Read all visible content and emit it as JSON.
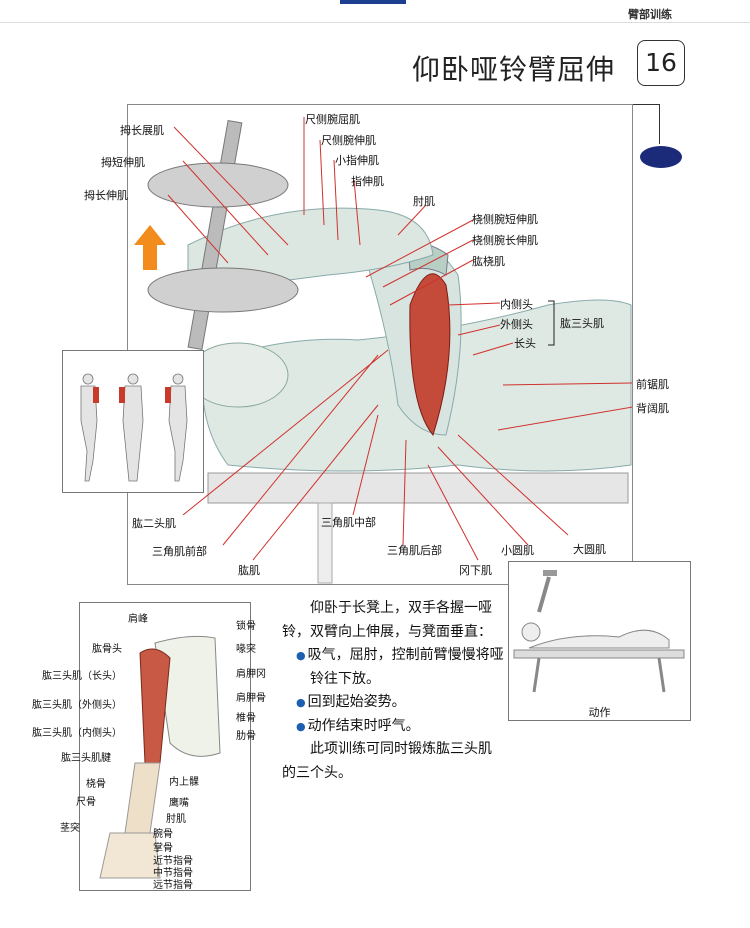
{
  "header": {
    "section": "臂部训练",
    "title": "仰卧哑铃臂屈伸",
    "number": "16"
  },
  "main_figure": {
    "labels": {
      "chizhecha_qujin": "尺侧腕屈肌",
      "chice_wanshen": "尺侧腕伸肌",
      "xiaozhi_shenji": "小指伸肌",
      "zhi_shenji": "指伸肌",
      "zhouji": "肘肌",
      "naoce_duan": "桡侧腕短伸肌",
      "naoce_chang": "桡侧腕长伸肌",
      "gongnao": "肱桡肌",
      "neice_tou": "内侧头",
      "waice_tou": "外侧头",
      "chang_tou": "长头",
      "gong_santou": "肱三头肌",
      "qianju": "前锯肌",
      "beikuo": "背阔肌",
      "muchang_zhan": "拇长展肌",
      "muduan_shen": "拇短伸肌",
      "muchang_shen": "拇长伸肌",
      "gong_ertou": "肱二头肌",
      "sanjiao_qian": "三角肌前部",
      "gongji": "肱肌",
      "sanjiao_zhong": "三角肌中部",
      "sanjiao_hou": "三角肌后部",
      "xiaoyuan": "小圆肌",
      "gangxia": "冈下肌",
      "dayuan": "大圆肌"
    }
  },
  "action_inset": {
    "caption": "动作"
  },
  "skeleton": {
    "labels": {
      "jianfeng": "肩峰",
      "suogu": "锁骨",
      "gonggu_tou": "肱骨头",
      "huitu": "喙突",
      "jianjia_gang": "肩胛冈",
      "santou_chang": "肱三头肌（长头）",
      "jianjia_gu": "肩胛骨",
      "santou_wai": "肱三头肌（外侧头）",
      "zhuigu": "椎骨",
      "santou_nei": "肱三头肌（内侧头）",
      "leigu": "肋骨",
      "santou_jian": "肱三头肌腱",
      "neishang_ke": "内上髁",
      "naogu": "桡骨",
      "yingzui": "鹰嘴",
      "chigu": "尺骨",
      "zhouji": "肘肌",
      "jingtu": "茎突",
      "wangu": "腕骨",
      "zhanggu": "掌骨",
      "jinjie": "近节指骨",
      "zhongjie": "中节指骨",
      "yuanjie": "远节指骨"
    }
  },
  "body": {
    "para1": "仰卧于长凳上，双手各握一哑铃，双臂向上伸展，与凳面垂直：",
    "bullets": [
      "吸气，屈肘，控制前臂慢慢将哑铃往下放。",
      "回到起始姿势。",
      "动作结束时呼气。"
    ],
    "para2": "此项训练可同时锻炼肱三头肌的三个头。"
  },
  "colors": {
    "accent_blue": "#1d3f8f",
    "ellipse": "#1b2b7a",
    "leader_red": "#d0312d",
    "arrow_orange": "#f28c1c"
  }
}
